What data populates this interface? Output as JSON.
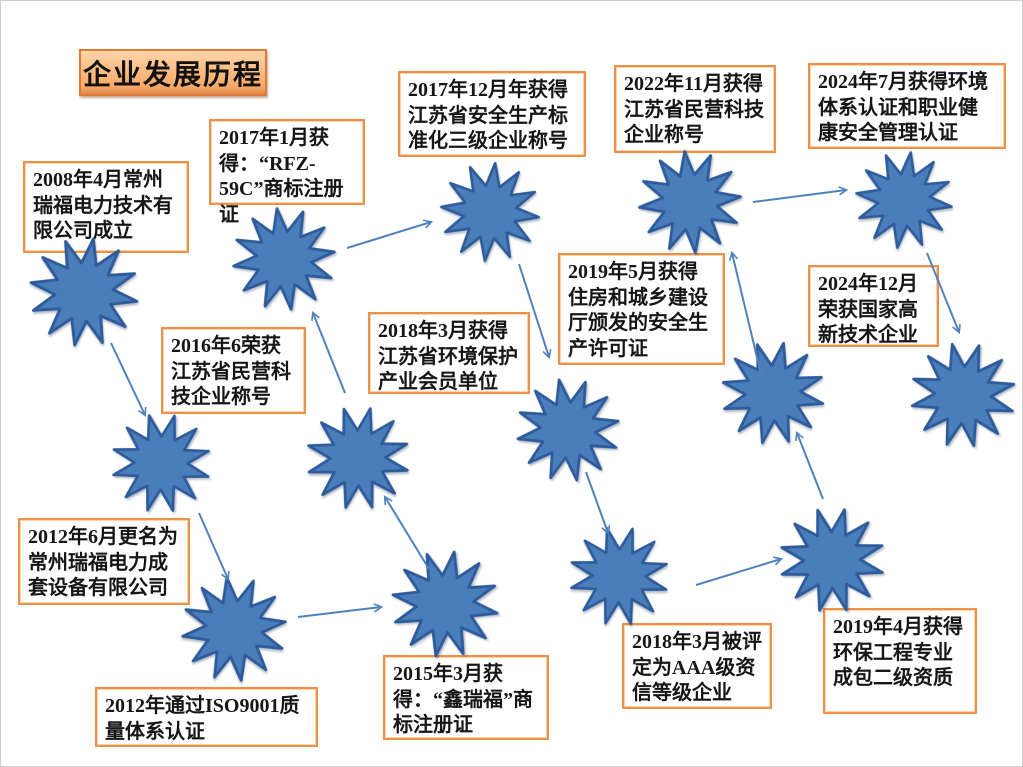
{
  "title": "企业发展历程",
  "colors": {
    "star_fill": "#4a7ebb",
    "star_stroke": "#2e5b9b",
    "arrow": "#4f81bd",
    "box_border": "#ed9049",
    "title_fill_top": "#fdd5a9",
    "title_fill_bottom": "#de8b4a"
  },
  "milestones": [
    {
      "id": "2008-04",
      "text": "2008年4月常州瑞福电力技术有限公司成立"
    },
    {
      "id": "2012-06",
      "text": "2012年6月更名为常州瑞福电力成套设备有限公司"
    },
    {
      "id": "2012-iso",
      "text": "2012年通过ISO9001质量体系认证"
    },
    {
      "id": "2015-03",
      "text": "2015年3月获得：“鑫瑞福”商标注册证"
    },
    {
      "id": "2016-06",
      "text": "2016年6荣获江苏省民营科技企业称号"
    },
    {
      "id": "2017-01",
      "text": "2017年1月获得：“RFZ-59C”商标注册证"
    },
    {
      "id": "2017-12",
      "text": "2017年12月年获得江苏省安全生产标准化三级企业称号"
    },
    {
      "id": "2018-03-huanbao",
      "text": "2018年3月获得江苏省环境保护产业会员单位"
    },
    {
      "id": "2018-03-aaa",
      "text": "2018年3月被评定为AAA级资信等级企业"
    },
    {
      "id": "2019-04",
      "text": "2019年4月获得环保工程专业成包二级资质"
    },
    {
      "id": "2019-05",
      "text": "2019年5月获得住房和城乡建设厅颁发的安全生产许可证"
    },
    {
      "id": "2022-11",
      "text": "2022年11月获得江苏省民营科技企业称号"
    },
    {
      "id": "2024-07",
      "text": "2024年7月获得环境体系认证和职业健康安全管理认证"
    },
    {
      "id": "2024-12",
      "text": "2024年12月荣获国家高新技术企业"
    }
  ],
  "flow": [
    "2008-04",
    "2012-06",
    "2012-iso",
    "2015-03",
    "2016-06",
    "2017-01",
    "2017-12",
    "2018-03-huanbao",
    "2018-03-aaa",
    "2019-04",
    "2019-05",
    "2022-11",
    "2024-07",
    "2024-12"
  ]
}
